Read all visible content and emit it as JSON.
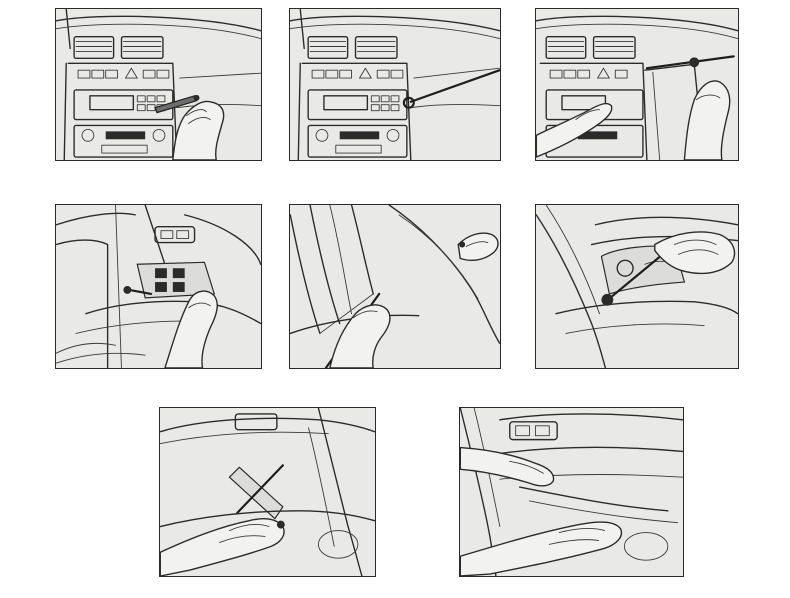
{
  "panels": [
    {
      "id": "step-1",
      "scene": "dashboard-radio",
      "tool": "pry-tool-at-radio"
    },
    {
      "id": "step-2",
      "scene": "dashboard-radio",
      "tool": "pry-hook-at-radio"
    },
    {
      "id": "step-3",
      "scene": "dashboard-radio",
      "tool": "hand-pulling-trim"
    },
    {
      "id": "step-4",
      "scene": "door-switch-panel",
      "tool": "hand-lifting-switch"
    },
    {
      "id": "step-5",
      "scene": "door-pillar",
      "tool": "hand-prying-pillar"
    },
    {
      "id": "step-6",
      "scene": "door-handle-bezel",
      "tool": "pry-tool-at-bezel"
    },
    {
      "id": "step-7",
      "scene": "door-panel-lower",
      "tool": "pry-bar-at-door-card"
    },
    {
      "id": "step-8",
      "scene": "door-panel-removal",
      "tool": "hands-pulling-door-card"
    }
  ],
  "colors": {
    "panel_background": "#e9e9e7",
    "line": "#2b2b2b",
    "border": "#2a2a2a"
  }
}
